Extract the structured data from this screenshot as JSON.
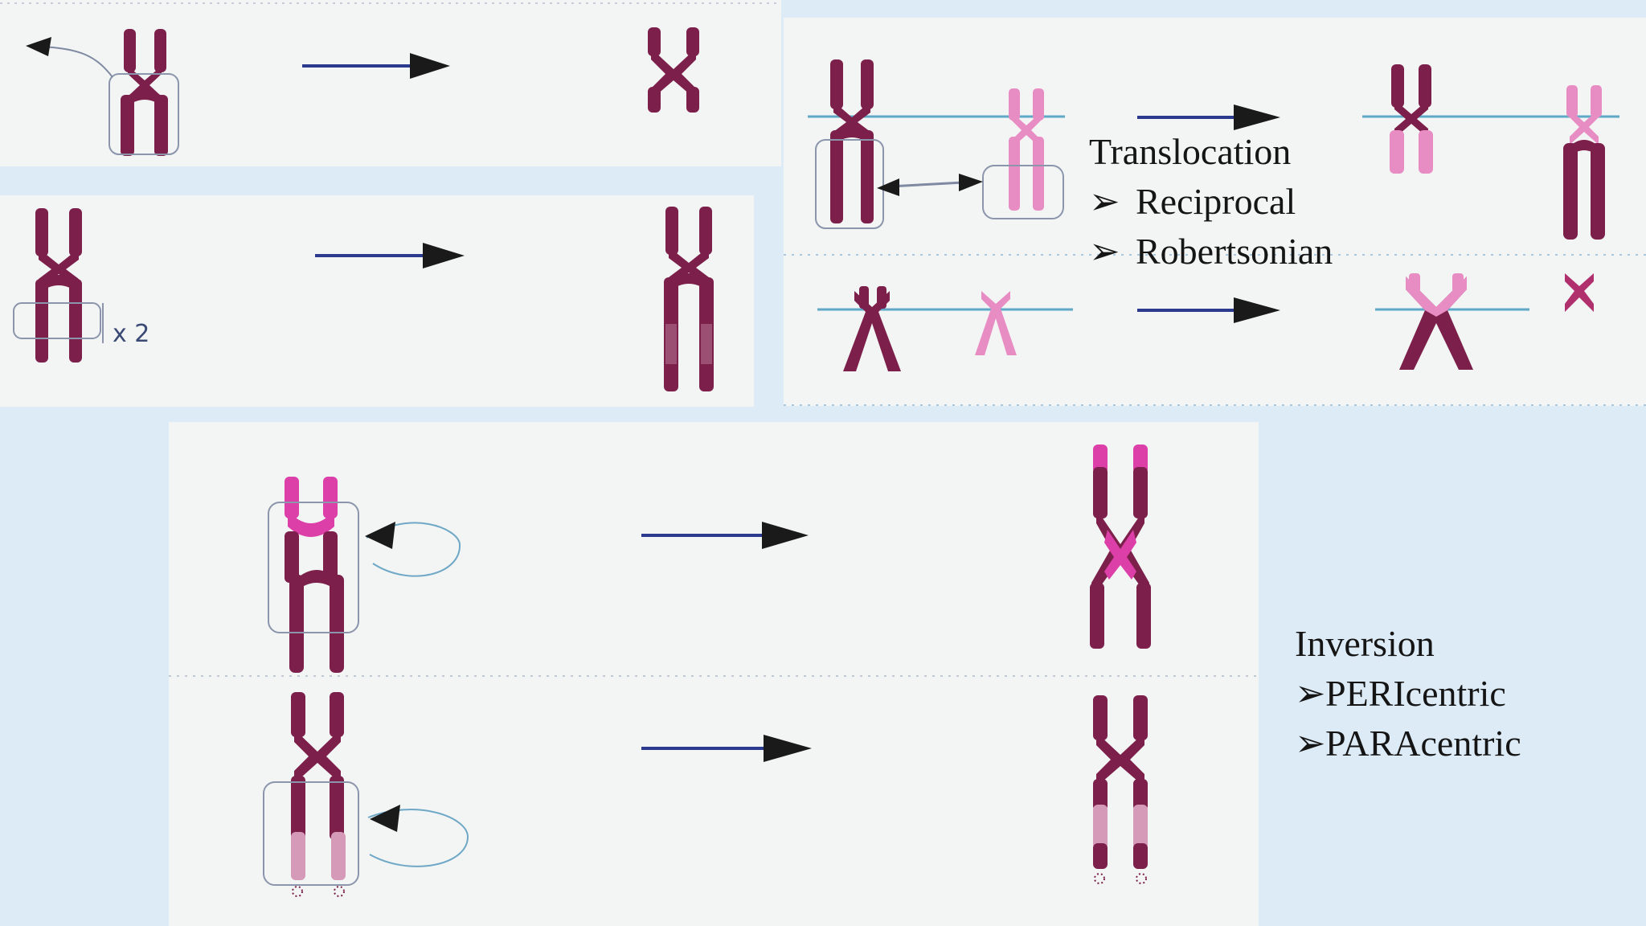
{
  "translocation": {
    "title": "Translocation",
    "items": [
      "Reciprocal",
      "Robertsonian"
    ],
    "bullet": "➢"
  },
  "inversion": {
    "title": "Inversion",
    "items": [
      "PERIcentric",
      "PARAcentric"
    ],
    "bullet": "➢"
  },
  "duplication": {
    "multiplier": "x 2"
  },
  "colors": {
    "background": "#dcebf6",
    "panel": "#f3f5f4",
    "chromosome_dark": "#7c1f4a",
    "chromosome_pink": "#e88cc4",
    "chromosome_magenta": "#dc3fa8",
    "arrow": "#1a1a1a",
    "spindle_line": "#5fa9c8"
  }
}
